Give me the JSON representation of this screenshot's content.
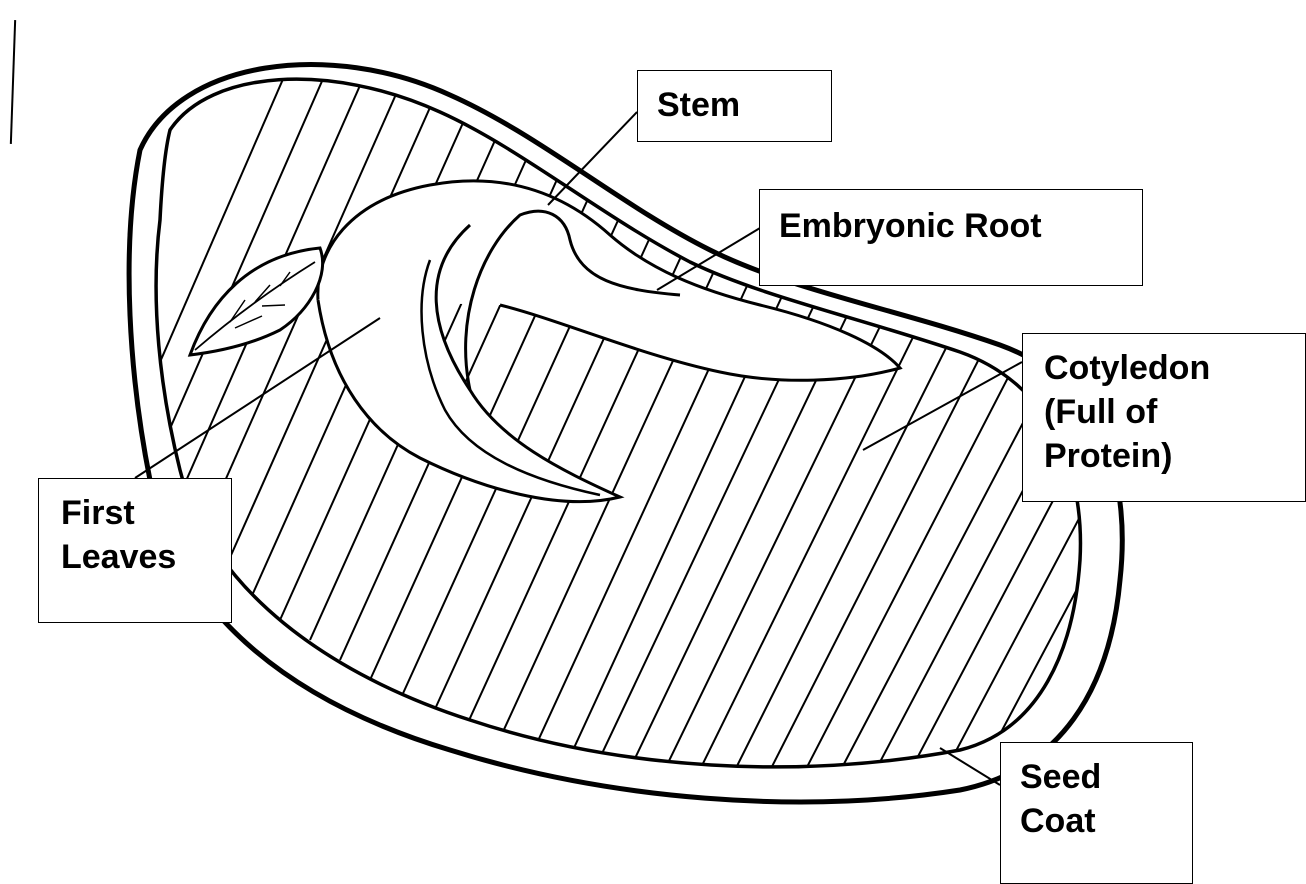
{
  "labels": {
    "stem": "Stem",
    "embryonic_root": "Embryonic Root",
    "cotyledon": "Cotyledon\n(Full of\nProtein)",
    "first_leaves": "First\nLeaves",
    "seed_coat": "Seed\nCoat"
  },
  "colors": {
    "ink": "#000000",
    "paper": "#ffffff"
  }
}
